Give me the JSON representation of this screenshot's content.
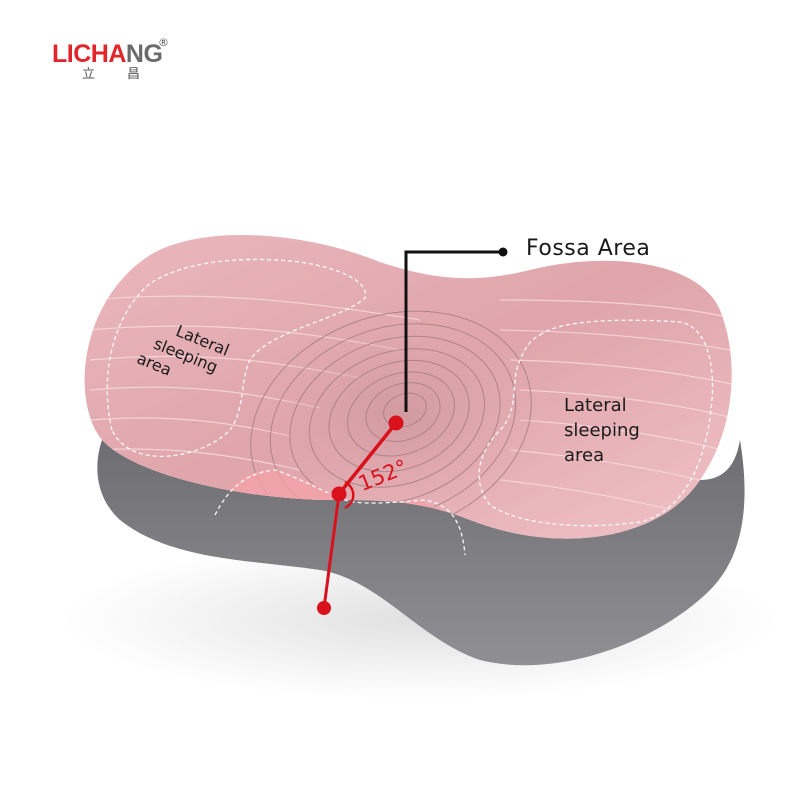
{
  "brand": {
    "logo_part1": "LICH",
    "logo_part2": "A",
    "logo_part3": "NG",
    "registered_mark": "®",
    "chinese_char_1": "立",
    "chinese_char_2": "昌",
    "accent_color": "#e1262b",
    "gray_color": "#6b6b6b"
  },
  "product": {
    "type": "contour pillow",
    "top_color": "#e7b3b8",
    "side_color": "#808083",
    "callouts": {
      "center": "Fossa Area",
      "left": {
        "line1": "Lateral",
        "line2": "sleeping",
        "line3": "area"
      },
      "right": {
        "line1": "Lateral",
        "line2": "sleeping",
        "line3": "area"
      }
    },
    "angle": {
      "value": "152°",
      "color": "#d9111d"
    }
  }
}
